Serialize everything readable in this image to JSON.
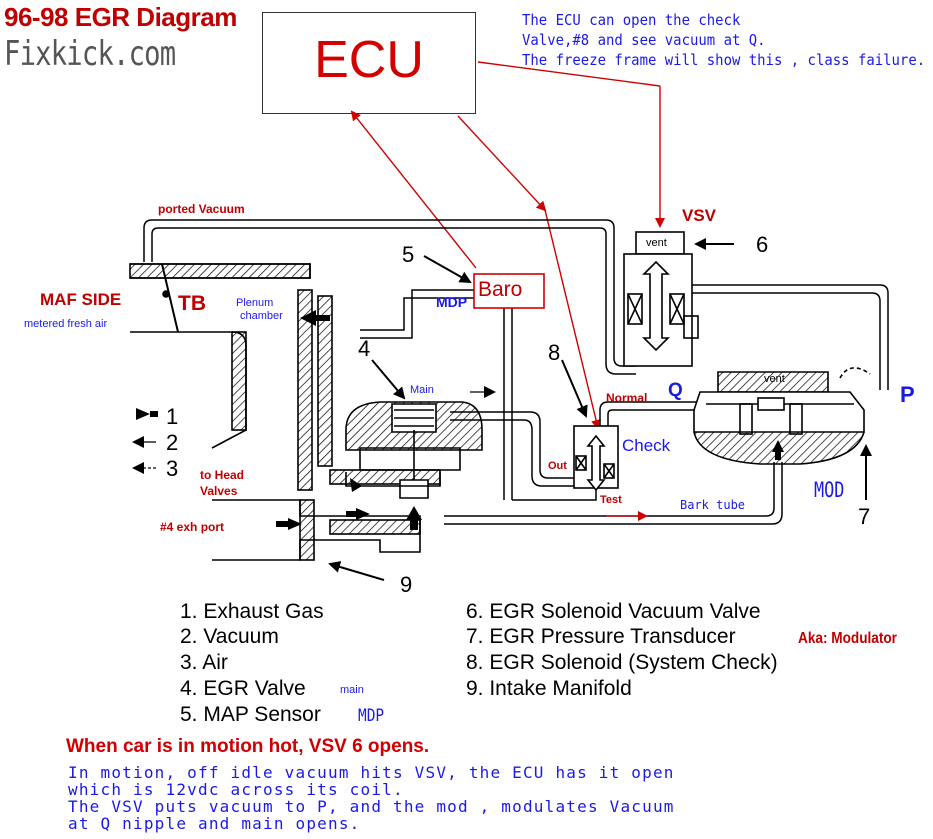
{
  "title": "96-98 EGR Diagram",
  "site": "Fixkick.com",
  "ecu": "ECU",
  "ecu_note": [
    "The ECU can open the check",
    "Valve,#8 and see vacuum at Q.",
    "The freeze frame will show this , class failure."
  ],
  "labels": {
    "ported_vacuum": "ported Vacuum",
    "vsv": "VSV",
    "vent_top": "vent",
    "num6": "6",
    "num5": "5",
    "mdp": "MDP",
    "baro": "Baro",
    "maf_side": "MAF SIDE",
    "metered": "metered fresh air",
    "tb": "TB",
    "plenum1": "Plenum",
    "plenum2": "chamber",
    "num4": "4",
    "main": "Main",
    "num8": "8",
    "normal": "Normal",
    "q": "Q",
    "vent_mod": "vent",
    "p": "P",
    "check": "Check",
    "out": "Out",
    "test": "Test",
    "mod": "MOD",
    "num7": "7",
    "bark_tube": "Bark tube",
    "head1": "to Head",
    "head2": "Valves",
    "exh_port": "#4 exh port",
    "num9": "9",
    "key1": "1",
    "key2": "2",
    "key3": "3"
  },
  "legend_left": [
    "1.  Exhaust Gas",
    "2.  Vacuum",
    "3.  Air",
    "4.  EGR Valve",
    "5.  MAP Sensor"
  ],
  "legend_left_extra": {
    "egr_main": "main",
    "map_mdp": "MDP"
  },
  "legend_right": [
    "6.  EGR Solenoid Vacuum Valve",
    "7.  EGR Pressure Transducer",
    "8.  EGR Solenoid (System Check)",
    "9.  Intake Manifold"
  ],
  "legend_right_extra": {
    "aka": "Aka: Modulator"
  },
  "motion_title": "When car is in motion hot, VSV 6 opens.",
  "motion_body": [
    "In motion, off idle vacuum hits VSV, the ECU has it open",
    "which is 12vdc across its coil.",
    "The VSV puts vacuum to P, and the mod , modulates Vacuum",
    "at Q nipple and main opens."
  ],
  "colors": {
    "red": "#c00000",
    "ecu_red": "#d40000",
    "blue": "#1a1ae6",
    "line": "#000000"
  }
}
